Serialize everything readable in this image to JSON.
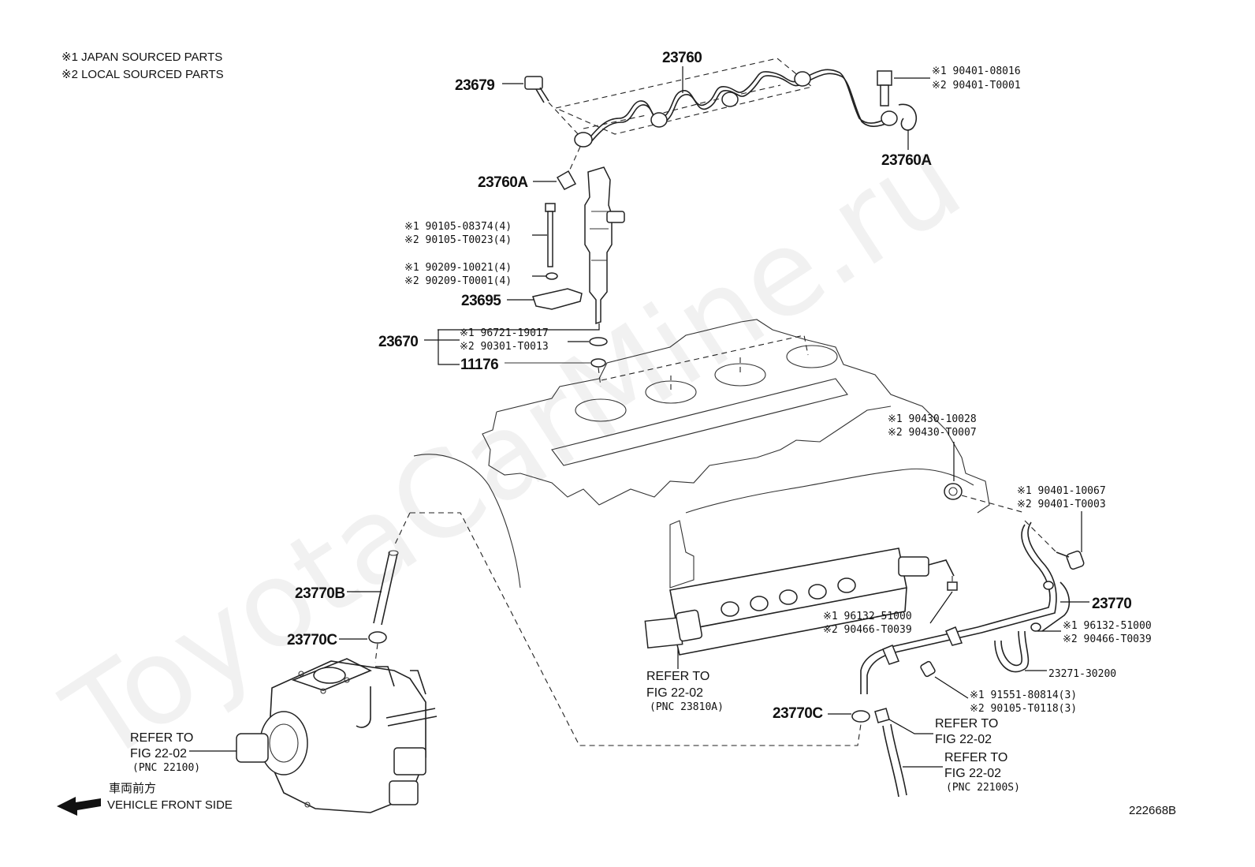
{
  "legend": {
    "note1": "※1 JAPAN SOURCED PARTS",
    "note2": "※2 LOCAL SOURCED PARTS"
  },
  "watermark": "ToyotaCarMine.ru",
  "labels": {
    "p23760": "23760",
    "p23679": "23679",
    "p23760A_top": "23760A",
    "p23760A_right": "23760A",
    "bolt_top_1": "※1 90401-08016",
    "bolt_top_2": "※2 90401-T0001",
    "p90105_1": "※1 90105-08374(4)",
    "p90105_2": "※2 90105-T0023(4)",
    "p90209_1": "※1 90209-10021(4)",
    "p90209_2": "※2 90209-T0001(4)",
    "p23695": "23695",
    "p23670": "23670",
    "p96721_1": "※1 96721-19017",
    "p96721_2": "※2 90301-T0013",
    "p11176": "11176",
    "p90430_1": "※1 90430-10028",
    "p90430_2": "※2 90430-T0007",
    "p90401_1": "※1 90401-10067",
    "p90401_2": "※2 90401-T0003",
    "p23770": "23770",
    "p96132a_1": "※1 96132-51000",
    "p96132a_2": "※2 90466-T0039",
    "p96132b_1": "※1 96132-51000",
    "p96132b_2": "※2 90466-T0039",
    "p23271": "23271-30200",
    "p91551_1": "※1 91551-80814(3)",
    "p91551_2": "※2 90105-T0118(3)",
    "p23770B": "23770B",
    "p23770C_left": "23770C",
    "p23770C_right": "23770C",
    "ref_rail_1": "REFER TO",
    "ref_rail_2": "FIG 22-02",
    "ref_rail_3": "(PNC 23810A)",
    "ref_pump_1": "REFER TO",
    "ref_pump_2": "FIG 22-02",
    "ref_pump_3": "(PNC 22100)",
    "ref_hose_1": "REFER TO",
    "ref_hose_2": "FIG 22-02",
    "ref_fig_1": "REFER TO",
    "ref_fig_2": "FIG 22-02",
    "ref_fig_3": "(PNC 22100S)"
  },
  "direction": {
    "jp": "車両前方",
    "en": "VEHICLE FRONT SIDE"
  },
  "figure_id": "222668B"
}
